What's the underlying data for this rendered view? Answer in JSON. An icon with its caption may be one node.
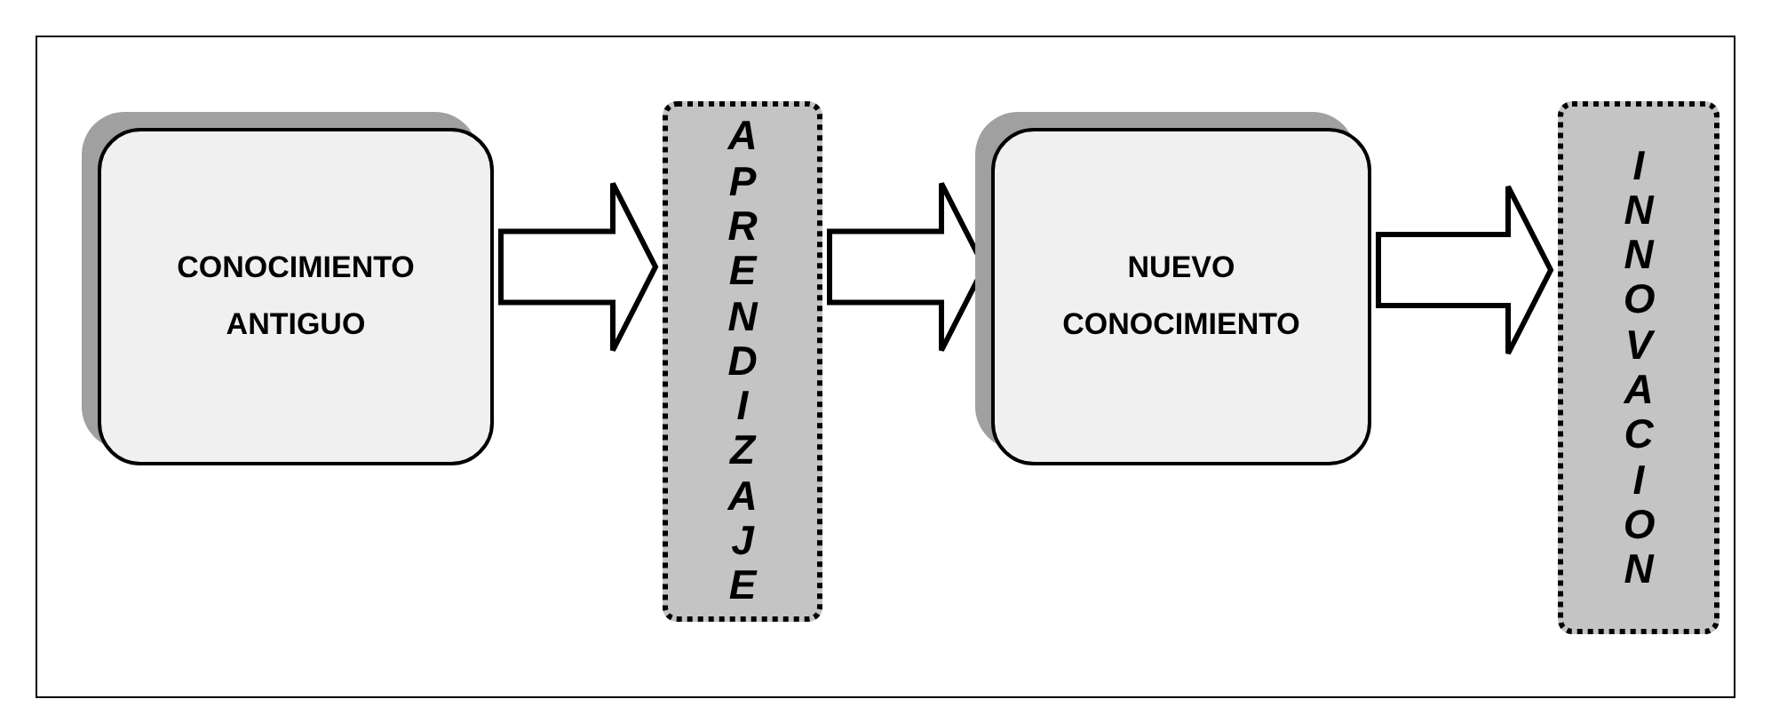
{
  "diagram": {
    "nodes": [
      {
        "text": [
          "CONOCIMIENTO ANTIGUO"
        ]
      },
      {
        "text": [
          "APRENDIZAJE"
        ]
      },
      {
        "text": [
          "NUEVO CONOCIMIENTO"
        ]
      },
      {
        "text": [
          "INNOVACION"
        ]
      }
    ],
    "edges": [
      {
        "from": 0,
        "to": 1,
        "arrow": "to"
      },
      {
        "from": 1,
        "to": 2,
        "arrow": "to"
      },
      {
        "from": 2,
        "to": 3,
        "arrow": "to"
      }
    ]
  }
}
